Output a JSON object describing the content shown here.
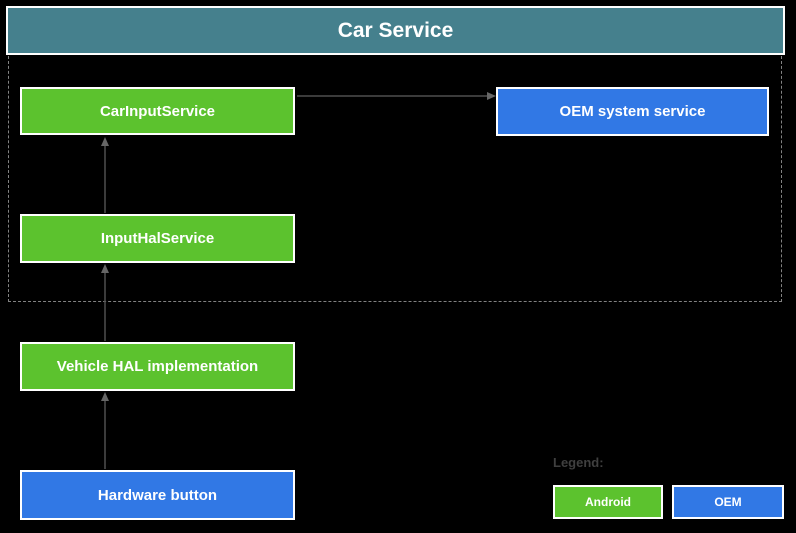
{
  "header": {
    "title": "Car Service"
  },
  "diagram": {
    "nodes": {
      "car_input_service": "CarInputService",
      "oem_system_service": "OEM system service",
      "input_hal_service": "InputHalService",
      "vehicle_hal_implementation": "Vehicle HAL implementation",
      "hardware_button": "Hardware button"
    },
    "connections": [
      {
        "from": "CarInputService",
        "to": "OEM system service",
        "direction": "right"
      },
      {
        "from": "InputHalService",
        "to": "CarInputService",
        "direction": "up"
      },
      {
        "from": "Vehicle HAL implementation",
        "to": "InputHalService",
        "direction": "up"
      },
      {
        "from": "Hardware button",
        "to": "Vehicle HAL implementation",
        "direction": "up"
      }
    ]
  },
  "legend": {
    "label": "Legend:",
    "android_label": "Android",
    "oem_label": "OEM"
  },
  "colors": {
    "background": "#000000",
    "header_teal": "#45808D",
    "android_green": "#5CC22E",
    "oem_blue": "#3178E5",
    "box_border": "#FFFFFF",
    "connector_line": "#4F4F4F",
    "arrowhead": "#666666",
    "dashed_border": "#828282",
    "legend_text": "#3F3F3F"
  }
}
